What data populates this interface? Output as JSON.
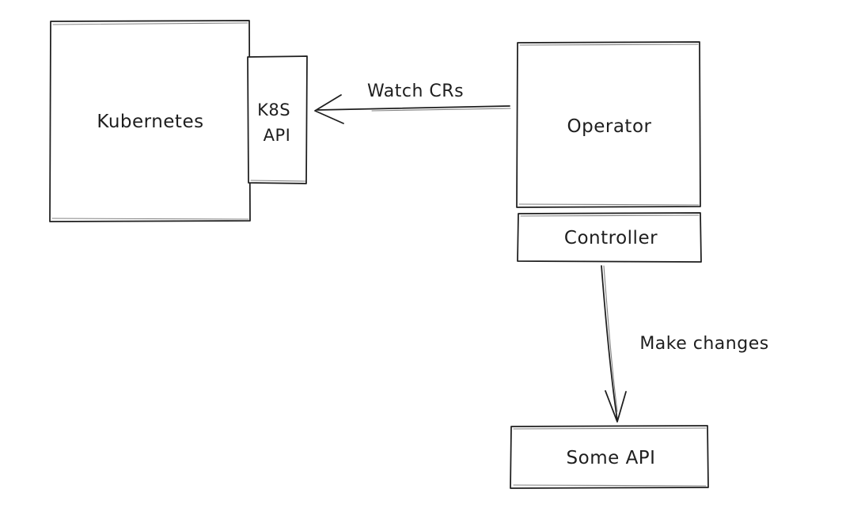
{
  "meta": {
    "style": "hand-drawn-diagram",
    "colors": {
      "background": "#ffffff",
      "ink": "#1e1e1e"
    }
  },
  "diagram": {
    "nodes": {
      "kubernetes": {
        "label": "Kubernetes"
      },
      "k8s_api": {
        "line1": "K8S",
        "line2": "API"
      },
      "operator": {
        "label": "Operator"
      },
      "controller": {
        "label": "Controller"
      },
      "some_api": {
        "label": "Some API"
      }
    },
    "edges": {
      "watch_crs": {
        "label": "Watch CRs",
        "from": "Operator",
        "to": "K8S API",
        "direction": "left"
      },
      "make_changes": {
        "label": "Make changes",
        "from": "Controller",
        "to": "Some API",
        "direction": "down"
      }
    }
  }
}
